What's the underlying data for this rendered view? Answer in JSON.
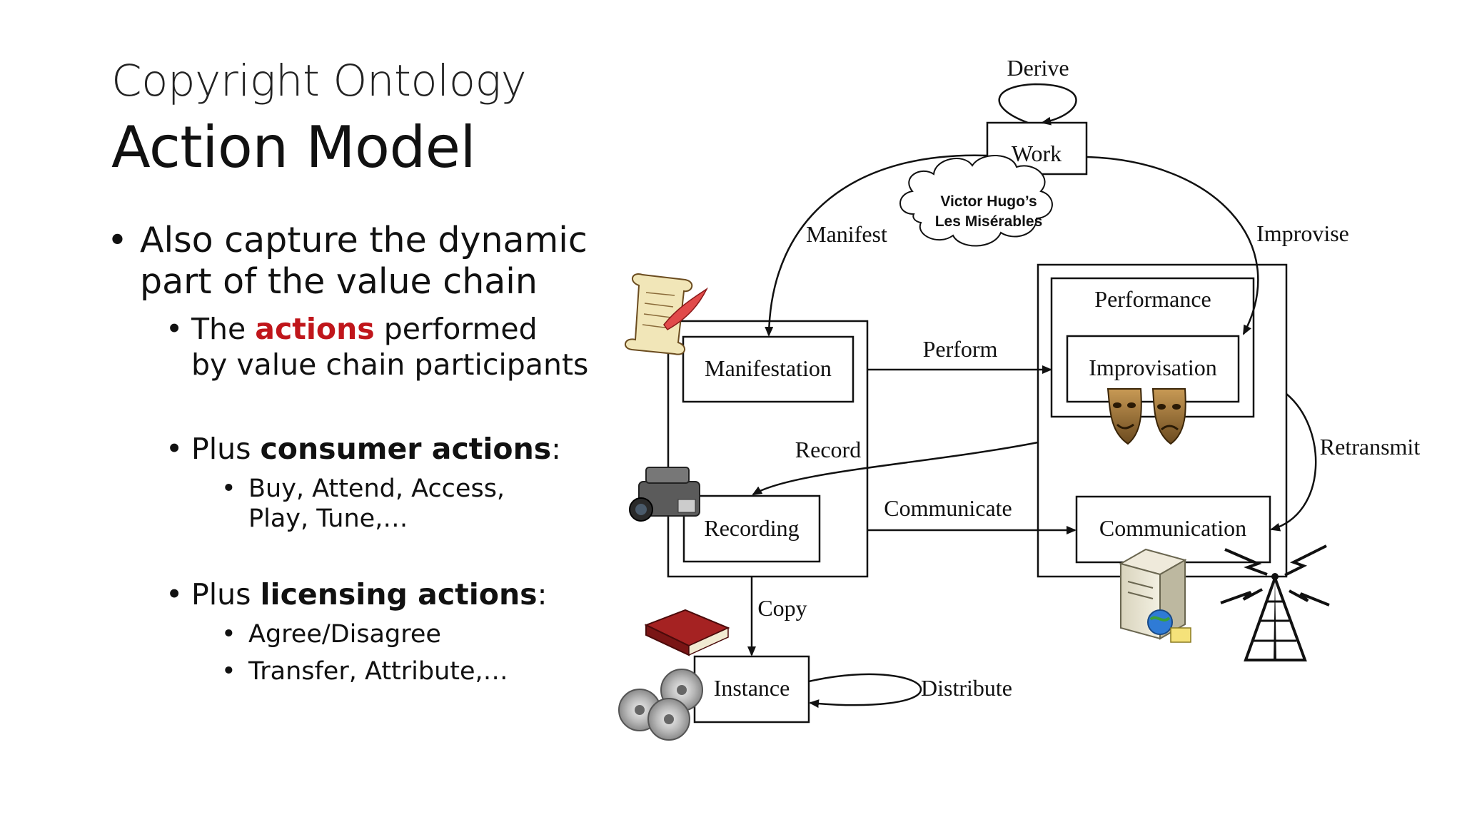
{
  "slide": {
    "title_line1": "Copyright Ontology",
    "title_line2": "Action Model"
  },
  "bullets": {
    "b1_line1": "Also capture the dynamic",
    "b1_line2": "part of the value chain",
    "b2_prefix": "The ",
    "b2_highlight": "actions",
    "b2_suffix": " performed",
    "b2_line2": "by value chain participants",
    "b3_prefix": "Plus ",
    "b3_bold": "consumer actions",
    "b3_suffix": ":",
    "b3_sub_line1": "Buy, Attend, Access,",
    "b3_sub_line2": "Play, Tune,…",
    "b4_prefix": "Plus ",
    "b4_bold": "licensing actions",
    "b4_suffix": ":",
    "b4_sub1": "Agree/Disagree",
    "b4_sub2": "Transfer, Attribute,…"
  },
  "diagram": {
    "nodes": {
      "work": "Work",
      "manifestation": "Manifestation",
      "recording": "Recording",
      "instance": "Instance",
      "performance": "Performance",
      "improvisation": "Improvisation",
      "communication": "Communication"
    },
    "edges": {
      "derive": "Derive",
      "manifest": "Manifest",
      "improvise": "Improvise",
      "perform": "Perform",
      "record": "Record",
      "communicate": "Communicate",
      "retransmit": "Retransmit",
      "copy": "Copy",
      "distribute": "Distribute"
    },
    "cloud_line1": "Victor Hugo’s",
    "cloud_line2": "Les Misérables"
  }
}
